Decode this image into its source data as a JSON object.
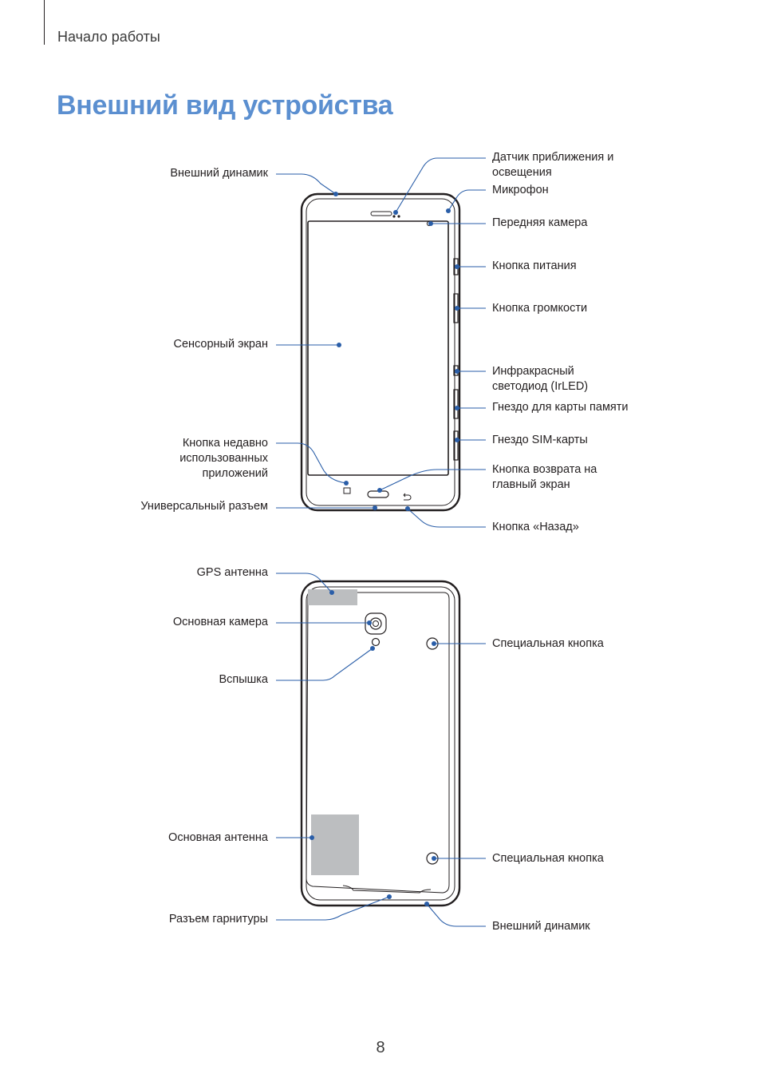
{
  "header": {
    "section": "Начало работы"
  },
  "title": "Внешний вид устройства",
  "page_number": "8",
  "accent_color": "#5b8fd0",
  "callout_color": "#2a5ea8",
  "front_view": {
    "left_labels": {
      "speaker": "Внешний динамик",
      "touchscreen": "Сенсорный экран",
      "recent_apps_1": "Кнопка недавно",
      "recent_apps_2": "использованных",
      "recent_apps_3": "приложений",
      "multipurpose_jack": "Универсальный разъем"
    },
    "right_labels": {
      "sensor_1": "Датчик приближения и",
      "sensor_2": "освещения",
      "microphone": "Микрофон",
      "front_camera": "Передняя камера",
      "power_key": "Кнопка питания",
      "volume_key": "Кнопка громкости",
      "irled_1": "Инфракрасный",
      "irled_2": "светодиод (IrLED)",
      "memory_card_slot": "Гнездо для карты памяти",
      "sim_slot": "Гнездо SIM-карты",
      "home_key_1": "Кнопка возврата на",
      "home_key_2": "главный экран",
      "back_key": "Кнопка «Назад»"
    }
  },
  "back_view": {
    "left_labels": {
      "gps_antenna": "GPS антенна",
      "rear_camera": "Основная камера",
      "flash": "Вспышка",
      "main_antenna": "Основная антенна",
      "headset_jack": "Разъем гарнитуры"
    },
    "right_labels": {
      "special_key_top": "Специальная кнопка",
      "special_key_bottom": "Специальная кнопка",
      "speaker": "Внешний динамик"
    }
  }
}
